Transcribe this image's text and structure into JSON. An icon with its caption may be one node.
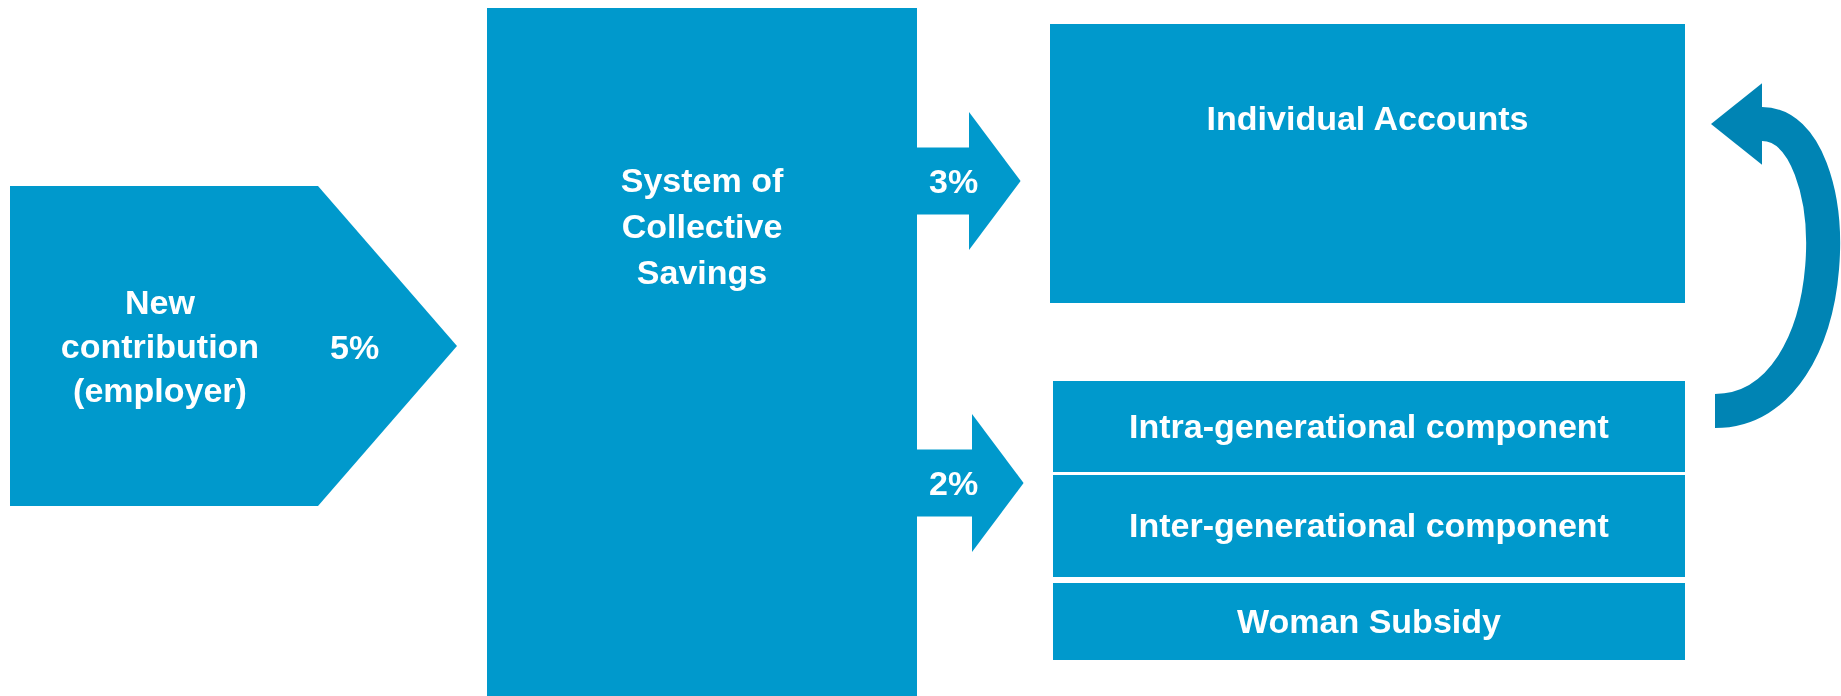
{
  "diagram": {
    "nodes": [
      {
        "text": [
          "New contribution (employer)",
          "5%"
        ]
      },
      {
        "text": [
          "System of Collective Savings"
        ]
      },
      {
        "text": [
          "Individual Accounts"
        ]
      },
      {
        "text": [],
        "shape": "box"
      },
      {
        "text": [
          "Intra-generational component"
        ],
        "in": 3
      },
      {
        "text": [
          "Inter-generational component"
        ],
        "in": 3
      },
      {
        "text": [
          "Woman Subsidy"
        ],
        "in": 3
      }
    ],
    "edges": [
      {
        "from": 1,
        "to": 2,
        "arrow": "to",
        "label": "3%"
      },
      {
        "from": 1,
        "to": 3,
        "arrow": "to",
        "label": "2%"
      },
      {
        "from": 3,
        "to": 2,
        "arrow": "to",
        "color": "#0084b4"
      }
    ]
  }
}
